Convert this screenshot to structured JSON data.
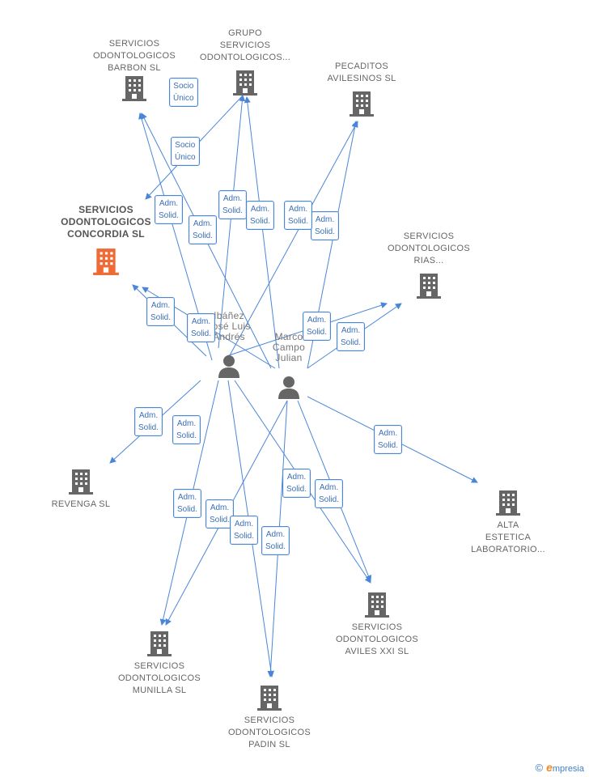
{
  "companies": {
    "barbon": {
      "label": "SERVICIOS\nODONTOLOGICOS\nBARBON SL"
    },
    "grupo": {
      "label": "GRUPO\nSERVICIOS\nODONTOLOGICOS..."
    },
    "pecaditos": {
      "label": "PECADITOS\nAVILESINOS SL"
    },
    "concordia": {
      "label": "SERVICIOS\nODONTOLOGICOS\nCONCORDIA SL"
    },
    "rias": {
      "label": "SERVICIOS\nODONTOLOGICOS\nRIAS..."
    },
    "revenga": {
      "label": "REVENGA SL"
    },
    "alta": {
      "label": "ALTA\nESTETICA\nLABORATORIO..."
    },
    "aviles": {
      "label": "SERVICIOS\nODONTOLOGICOS\nAVILES XXI SL"
    },
    "munilla": {
      "label": "SERVICIOS\nODONTOLOGICOS\nMUNILLA SL"
    },
    "padin": {
      "label": "SERVICIOS\nODONTOLOGICOS\nPADIN SL"
    }
  },
  "people": {
    "ibanez": {
      "label": "Ibáñez\nJosé Luis\nAndrés"
    },
    "marco": {
      "label": "Marco\nCampo\nJulian"
    }
  },
  "badges": {
    "socio_unico": "Socio\nÚnico",
    "adm_solid": "Adm.\nSolid."
  },
  "colors": {
    "edge": "#4a86d8",
    "focus_company": "#f06a35",
    "company": "#666666",
    "person": "#666666"
  },
  "brand": {
    "copyright": "©",
    "e": "e",
    "rest": "mpresia"
  }
}
